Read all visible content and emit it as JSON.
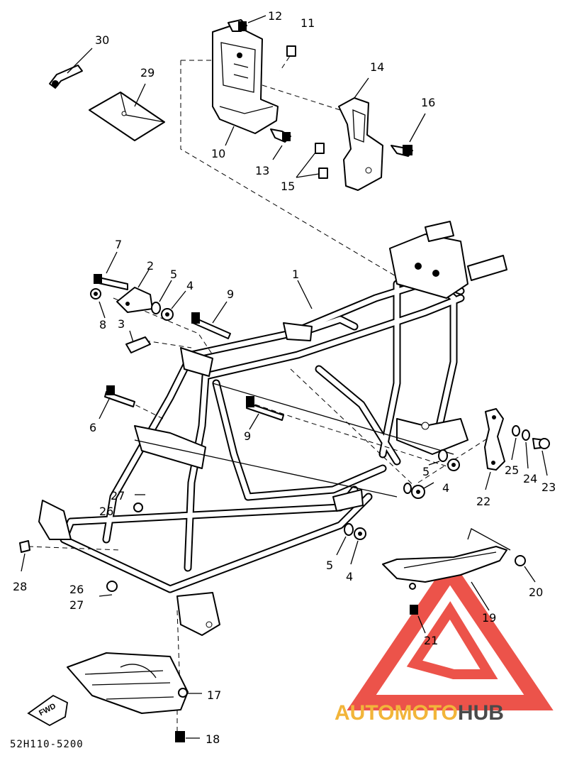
{
  "diagram_code": "52H110-5200",
  "fwd_label": "FWD",
  "watermark": {
    "part1": "AUTOMOTO",
    "part2": "HUB",
    "color_orange": "#f2b53a",
    "color_red": "#e9362b",
    "color_dark": "#4a4a4a"
  },
  "callouts": {
    "c1": "1",
    "c2": "2",
    "c3": "3",
    "c4a": "4",
    "c4b": "4",
    "c4c": "4",
    "c5a": "5",
    "c5b": "5",
    "c5c": "5",
    "c6": "6",
    "c7": "7",
    "c8": "8",
    "c9a": "9",
    "c9b": "9",
    "c10": "10",
    "c11": "11",
    "c12": "12",
    "c13": "13",
    "c14": "14",
    "c15": "15",
    "c16": "16",
    "c17": "17",
    "c18": "18",
    "c19": "19",
    "c20": "20",
    "c21": "21",
    "c22": "22",
    "c23": "23",
    "c24": "24",
    "c25": "25",
    "c26a": "26",
    "c26b": "26",
    "c27a": "27",
    "c27b": "27",
    "c28": "28",
    "c29": "29",
    "c30": "30"
  }
}
